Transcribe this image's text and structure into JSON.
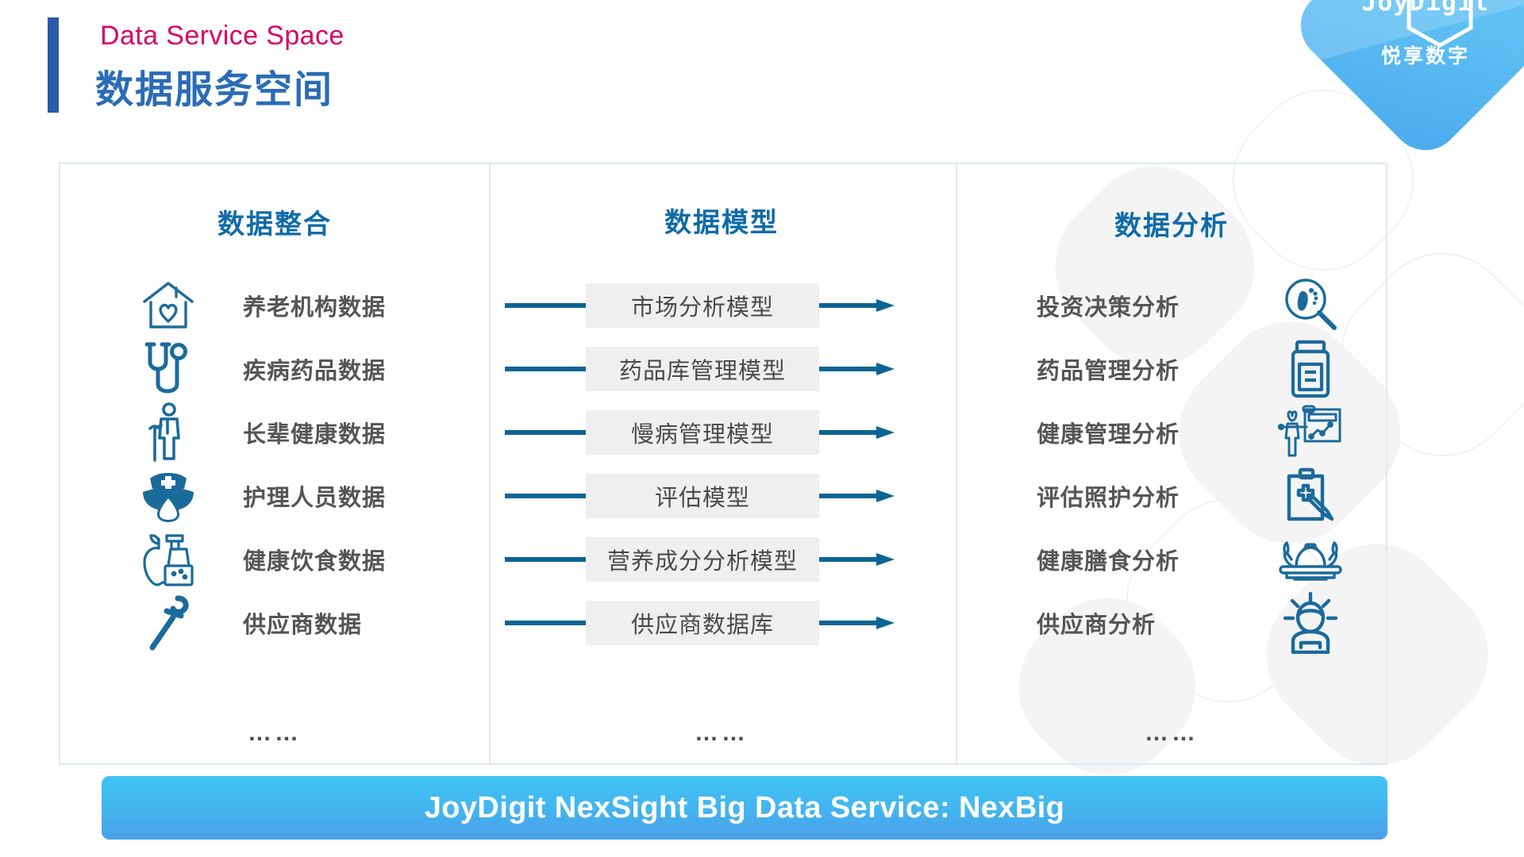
{
  "header": {
    "subtitle_en": "Data Service Space",
    "title_cn": "数据服务空间",
    "accent_pink": "#d4006a",
    "accent_blue": "#2a6cb5"
  },
  "logo": {
    "name": "JoyDigit",
    "sub": "悦享数字",
    "shape": "rounded-diamond",
    "color": "#4fb6f0"
  },
  "columns": {
    "left": {
      "title": "数据整合",
      "items": [
        {
          "label": "养老机构数据",
          "icon": "house-heart-icon"
        },
        {
          "label": "疾病药品数据",
          "icon": "stethoscope-icon"
        },
        {
          "label": "长辈健康数据",
          "icon": "elderly-person-cane-icon"
        },
        {
          "label": "护理人员数据",
          "icon": "nurse-icon"
        },
        {
          "label": "健康饮食数据",
          "icon": "apple-blender-icon"
        },
        {
          "label": "供应商数据",
          "icon": "wrench-icon"
        }
      ],
      "more": "……"
    },
    "middle": {
      "title": "数据模型",
      "items": [
        {
          "label": "市场分析模型"
        },
        {
          "label": "药品库管理模型"
        },
        {
          "label": "慢病管理模型"
        },
        {
          "label": "评估模型"
        },
        {
          "label": "营养成分分析模型"
        },
        {
          "label": "供应商数据库"
        }
      ],
      "more": "……"
    },
    "right": {
      "title": "数据分析",
      "items": [
        {
          "label": "投资决策分析",
          "icon": "footprint-magnifier-icon"
        },
        {
          "label": "药品管理分析",
          "icon": "medicine-bottle-icon"
        },
        {
          "label": "健康管理分析",
          "icon": "presenter-chart-icon"
        },
        {
          "label": "评估照护分析",
          "icon": "clipboard-pen-icon"
        },
        {
          "label": "健康膳食分析",
          "icon": "food-platter-icon"
        },
        {
          "label": "供应商分析",
          "icon": "person-idea-icon"
        }
      ],
      "more": "……"
    }
  },
  "banner": {
    "text": "JoyDigit NexSight Big Data Service: NexBig",
    "color_start": "#3fc3f4",
    "color_end": "#4a9ee9"
  },
  "palette": {
    "title_blue": "#0f6ba8",
    "item_gray": "#555555",
    "model_box_bg": "#efefef",
    "connector_blue": "#0c6494",
    "panel_border": "#dde9f1"
  }
}
